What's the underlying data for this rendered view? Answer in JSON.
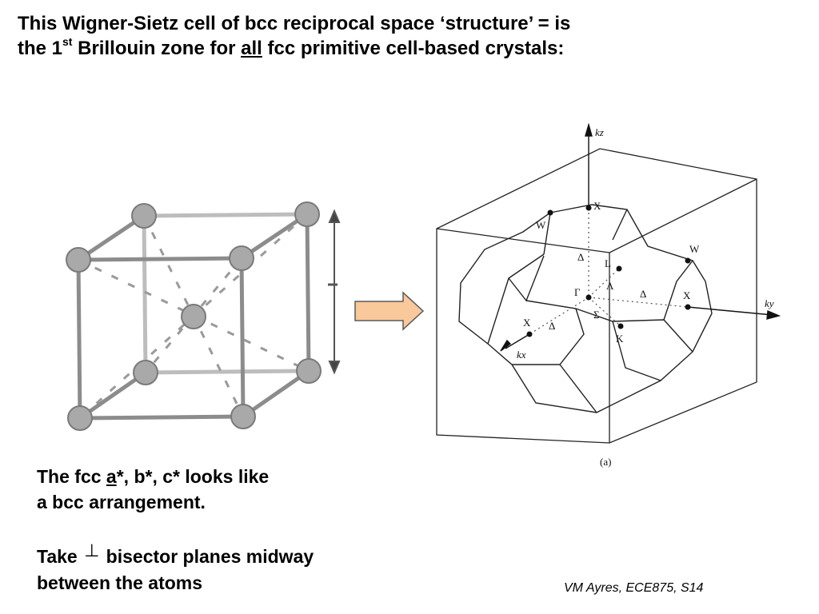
{
  "slide": {
    "title_line1": "This Wigner-Sietz cell of bcc reciprocal space ‘structure’ = is",
    "title_line2_prefix": "the 1",
    "title_line2_sup": "st",
    "title_line2_mid": " Brillouin zone for ",
    "title_line2_underlined": "all",
    "title_line2_suffix": " fcc primitive cell-based crystals:",
    "caption1_prefix": "The fcc ",
    "caption1_underlined": "a",
    "caption1_suffix": "*, b*, c* looks like",
    "caption1_line2": "a bcc arrangement.",
    "caption2_prefix": "Take ",
    "caption2_symbol": "⊥",
    "caption2_suffix": " bisector planes midway",
    "caption2_line2": "between the atoms",
    "credit": "VM Ayres, ECE875, S14"
  },
  "bz_figure": {
    "axis_kz": "kz",
    "axis_ky": "ky",
    "axis_kx": "kx",
    "points": {
      "X_top": "X",
      "W_top": "W",
      "W_right": "W",
      "X_right": "X",
      "X_front": "X",
      "L": "L",
      "Gamma": "Γ",
      "K": "K",
      "Delta_1": "Δ",
      "Delta_2": "Δ",
      "Delta_3": "Δ",
      "Lambda": "Λ",
      "Sigma": "Σ"
    },
    "caption": "(a)"
  },
  "colors": {
    "atom_fill": "#a9a9a9",
    "cube_edge": "#8c8c8c",
    "arrow_fill": "#f9c89b",
    "arrow_stroke": "#5a5a5a"
  },
  "icons": {
    "arrow": "right-block-arrow",
    "dimension_marker": "double-headed-vertical-arrow"
  }
}
